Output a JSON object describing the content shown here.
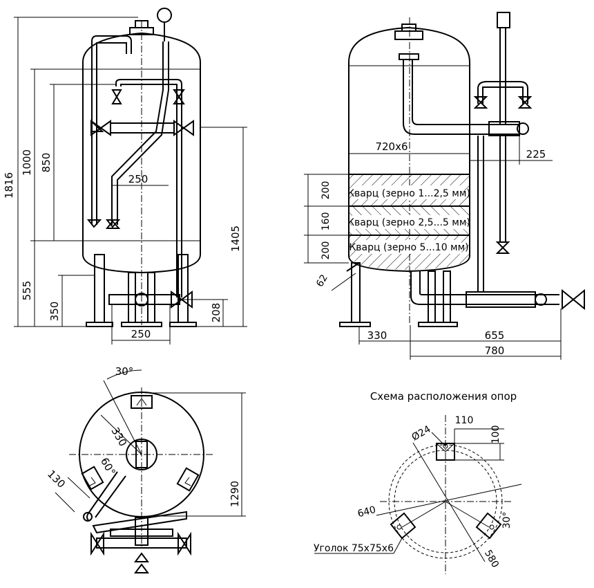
{
  "front_view": {
    "dims": {
      "overall_height": "1816",
      "height_1000": "1000",
      "height_850": "850",
      "width_250": "250",
      "height_1405": "1405",
      "height_555": "555",
      "height_350": "350",
      "height_208": "208",
      "bottom_250": "250"
    }
  },
  "side_view": {
    "shell_size": "720x6",
    "layers": [
      {
        "label": "Кварц (зерно 1...2,5 мм)",
        "height": "200"
      },
      {
        "label": "Кварц (зерно 2,5...5 мм)",
        "height": "160"
      },
      {
        "label": "Кварц (зерно 5...10 мм)",
        "height": "200"
      }
    ],
    "dims": {
      "nozzle_offset": "225",
      "drain_angle": "62",
      "left_330": "330",
      "right_655": "655",
      "total_780": "780"
    }
  },
  "top_view": {
    "dims": {
      "angle_30": "30°",
      "radius_330": "330",
      "angle_60": "60°",
      "offset_130": "130",
      "overall_1290": "1290"
    }
  },
  "support_scheme": {
    "title": "Схема расположения опор",
    "dims": {
      "width_110": "110",
      "hole_dia": "Ø24",
      "height_100": "100",
      "diameter_640": "640",
      "diameter_580": "580",
      "angle_30": "30°"
    },
    "angle_label": "Уголок 75x75x6"
  }
}
